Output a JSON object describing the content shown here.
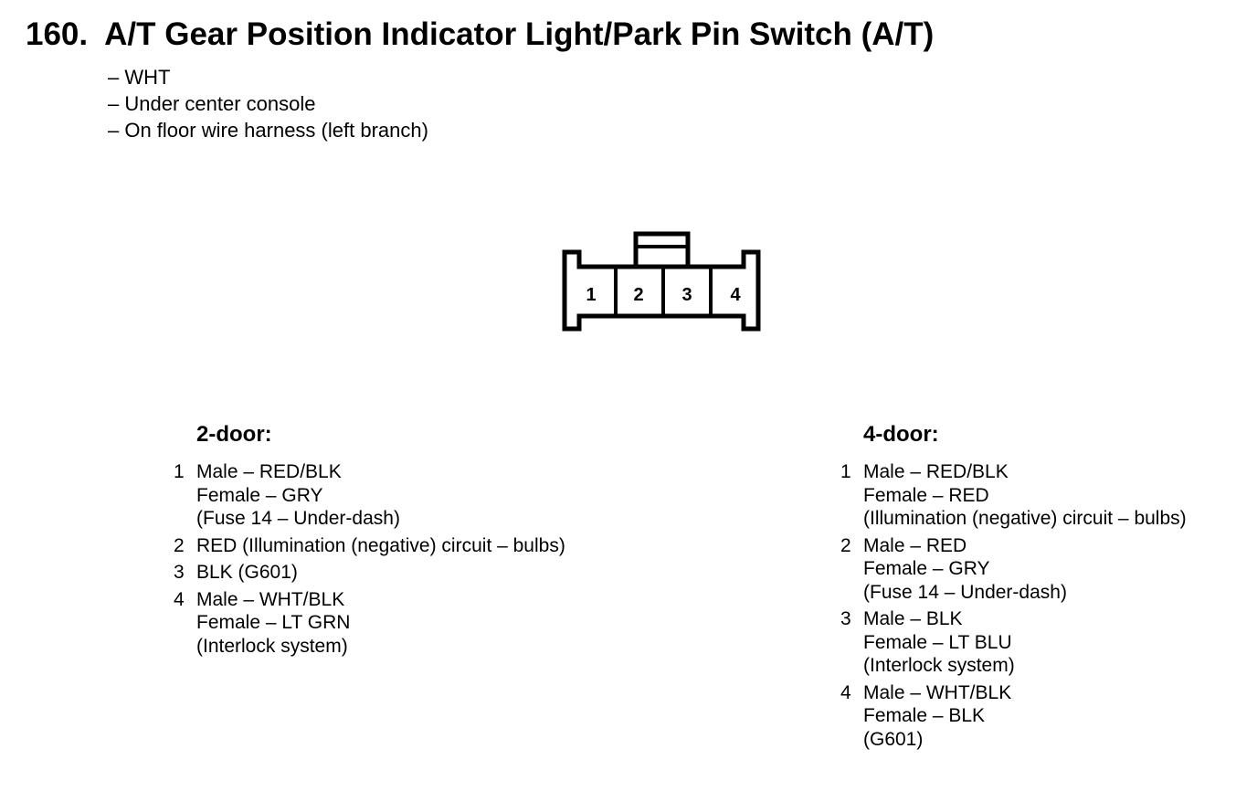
{
  "header": {
    "number": "160.",
    "title": "A/T Gear Position Indicator Light/Park Pin Switch (A/T)"
  },
  "details": [
    "– WHT",
    "– Under center console",
    "– On floor wire harness (left branch)"
  ],
  "connector": {
    "pins": [
      "1",
      "2",
      "3",
      "4"
    ]
  },
  "two_door": {
    "title": "2-door:",
    "pins": [
      {
        "num": "1",
        "lines": [
          "Male – RED/BLK",
          "Female – GRY",
          "(Fuse 14 – Under-dash)"
        ]
      },
      {
        "num": "2",
        "lines": [
          "RED (Illumination (negative) circuit – bulbs)"
        ]
      },
      {
        "num": "3",
        "lines": [
          "BLK (G601)"
        ]
      },
      {
        "num": "4",
        "lines": [
          "Male – WHT/BLK",
          "Female – LT GRN",
          "(Interlock system)"
        ]
      }
    ]
  },
  "four_door": {
    "title": "4-door:",
    "pins": [
      {
        "num": "1",
        "lines": [
          "Male – RED/BLK",
          "Female – RED",
          "(Illumination (negative) circuit – bulbs)"
        ]
      },
      {
        "num": "2",
        "lines": [
          "Male – RED",
          "Female – GRY",
          "(Fuse 14 – Under-dash)"
        ]
      },
      {
        "num": "3",
        "lines": [
          "Male – BLK",
          "Female – LT BLU",
          "(Interlock system)"
        ]
      },
      {
        "num": "4",
        "lines": [
          "Male – WHT/BLK",
          "Female – BLK",
          "(G601)"
        ]
      }
    ]
  }
}
